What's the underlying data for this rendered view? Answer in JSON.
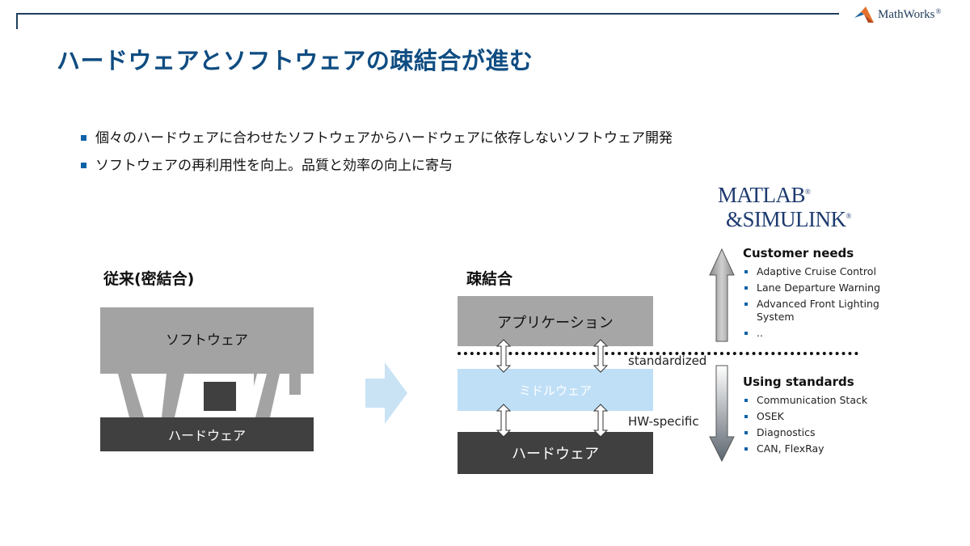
{
  "header": {
    "logo_text": "MathWorks",
    "logo_registered": "®"
  },
  "title": "ハードウェアとソフトウェアの疎結合が進む",
  "bullets": [
    "個々のハードウェアに合わせたソフトウェアからハードウェアに依存しないソフトウェア開発",
    "ソフトウェアの再利用性を向上。品質と効率の向上に寄与"
  ],
  "matlab_logo": {
    "line1": "MATLAB",
    "line2": "&SIMULINK",
    "mark": "®"
  },
  "left_diagram": {
    "label": "従来(密結合)",
    "software": "ソフトウェア",
    "hardware": "ハードウェア"
  },
  "right_diagram": {
    "label": "疎結合",
    "application": "アプリケーション",
    "middleware": "ミドルウェア",
    "hardware": "ハードウェア",
    "standardized": "standardized",
    "hw_specific": "HW-specific"
  },
  "customer_needs": {
    "heading": "Customer needs",
    "items": [
      "Adaptive Cruise Control",
      "Lane Departure Warning",
      "Advanced Front Lighting System",
      ".."
    ]
  },
  "using_standards": {
    "heading": "Using standards",
    "items": [
      "Communication Stack",
      "OSEK",
      "Diagnostics",
      "CAN, FlexRay"
    ]
  },
  "colors": {
    "title": "#0f4c81",
    "bullet_marker": "#0f62a8",
    "software_gray": "#a3a3a3",
    "hardware_dark": "#404040",
    "middleware_blue": "#bfdff6",
    "arrow_blue": "#c9e3f5"
  }
}
